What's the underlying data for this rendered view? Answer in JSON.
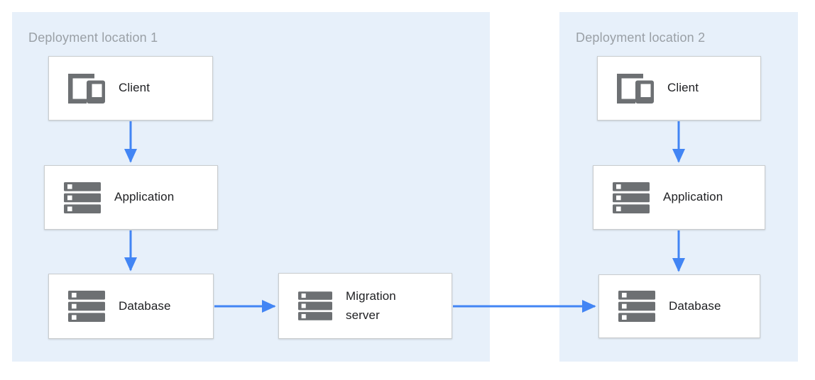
{
  "regions": [
    {
      "id": "deployment-location-1",
      "title": "Deployment location 1"
    },
    {
      "id": "deployment-location-2",
      "title": "Deployment location 2"
    }
  ],
  "nodes": {
    "loc1_client": {
      "label": "Client",
      "icon": "devices-icon"
    },
    "loc1_application": {
      "label": "Application",
      "icon": "server-stack-icon"
    },
    "loc1_database": {
      "label": "Database",
      "icon": "server-stack-icon"
    },
    "migration_server": {
      "label": "Migration server",
      "icon": "server-stack-icon"
    },
    "loc2_client": {
      "label": "Client",
      "icon": "devices-icon"
    },
    "loc2_application": {
      "label": "Application",
      "icon": "server-stack-icon"
    },
    "loc2_database": {
      "label": "Database",
      "icon": "server-stack-icon"
    }
  },
  "edges": [
    {
      "from": "loc1_client",
      "to": "loc1_application",
      "direction": "down"
    },
    {
      "from": "loc1_application",
      "to": "loc1_database",
      "direction": "down"
    },
    {
      "from": "loc1_database",
      "to": "migration_server",
      "direction": "right"
    },
    {
      "from": "migration_server",
      "to": "loc2_database",
      "direction": "right"
    },
    {
      "from": "loc2_client",
      "to": "loc2_application",
      "direction": "down"
    },
    {
      "from": "loc2_application",
      "to": "loc2_database",
      "direction": "down"
    }
  ],
  "colors": {
    "region_background": "#e7f0fa",
    "region_title_text": "#9aa0a6",
    "node_background": "#ffffff",
    "node_border": "#c9ccce",
    "node_label_text": "#202124",
    "icon_gray": "#6d7073",
    "arrow_blue": "#4285f4"
  }
}
